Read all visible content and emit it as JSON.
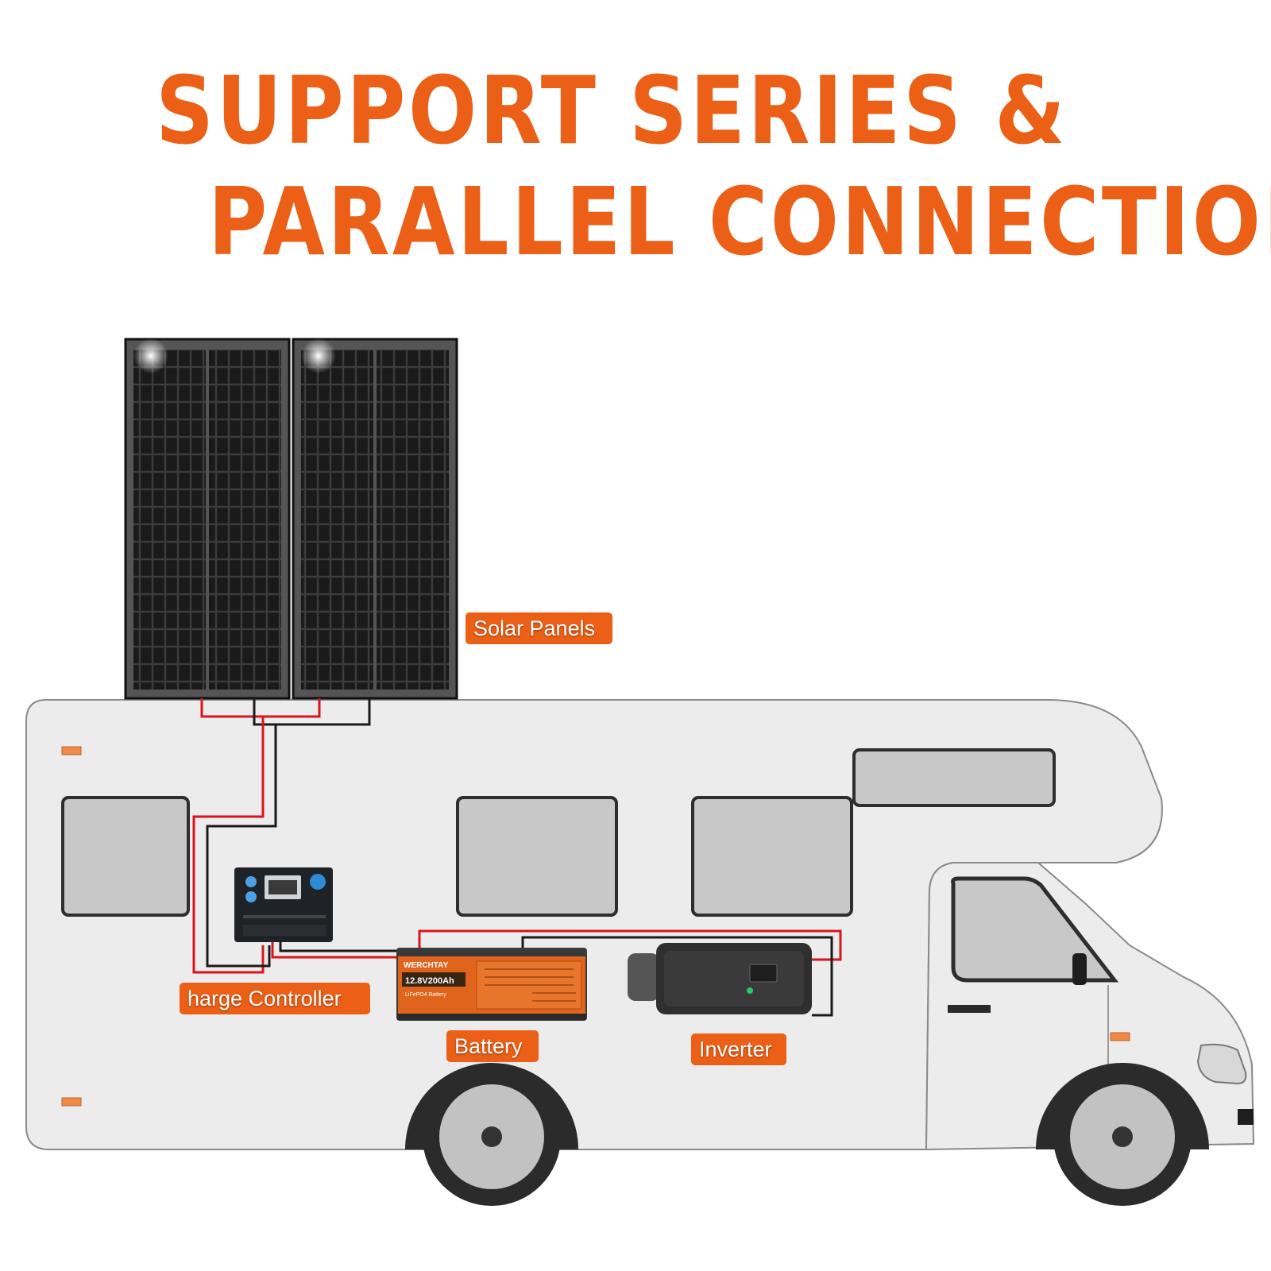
{
  "title": {
    "line1": "SUPPORT SERIES &",
    "line2": "PARALLEL CONNECTION"
  },
  "labels": {
    "solar_panels": "Solar Panels",
    "charge_controller": "harge Controller",
    "battery": "Battery",
    "inverter": "Inverter"
  },
  "battery": {
    "brand": "WERCHTAY",
    "rating": "12.8V200Ah",
    "type": "LiFePO4 Battery"
  },
  "colors": {
    "accent": "#ec5f16",
    "body": "#ededed",
    "window": "#c8c8c8",
    "wire_positive": "#d9151b",
    "wire_negative": "#1a1a1a"
  }
}
